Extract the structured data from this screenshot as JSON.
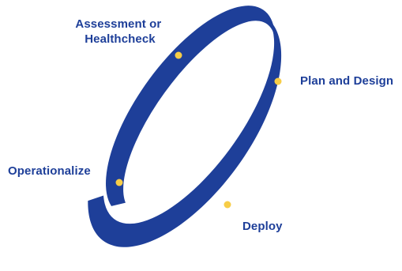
{
  "colors": {
    "ring": "#1e3f99",
    "marker": "#f7cd47",
    "label": "#1e3f99",
    "background": "#ffffff"
  },
  "stages": [
    {
      "key": "assessment",
      "line1": "Assessment or",
      "line2": "Healthcheck"
    },
    {
      "key": "plan",
      "line1": "Plan and Design"
    },
    {
      "key": "deploy",
      "line1": "Deploy"
    },
    {
      "key": "operationalize",
      "line1": "Operationalize"
    }
  ]
}
